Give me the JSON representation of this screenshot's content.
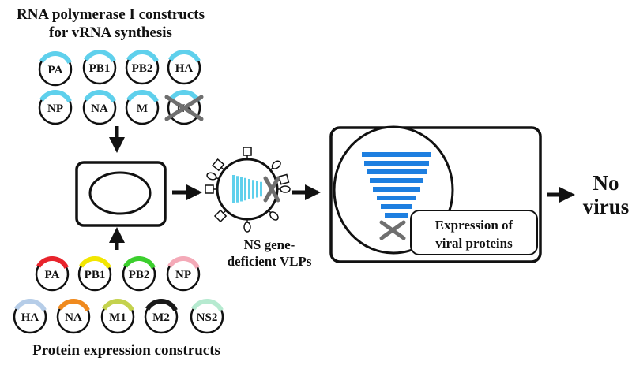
{
  "title_line1": "RNA polymerase I constructs",
  "title_line2": "for vRNA synthesis",
  "bottom_title": "Protein expression constructs",
  "vlp_line1": "NS gene-",
  "vlp_line2": "deficient VLPs",
  "expr_line1": "Expression of",
  "expr_line2": "viral proteins",
  "result_line1": "No",
  "result_line2": "virus",
  "top_plasmids": [
    {
      "label": "PA",
      "color": "#5fd0ec"
    },
    {
      "label": "PB1",
      "color": "#5fd0ec"
    },
    {
      "label": "PB2",
      "color": "#5fd0ec"
    },
    {
      "label": "HA",
      "color": "#5fd0ec"
    },
    {
      "label": "NP",
      "color": "#5fd0ec"
    },
    {
      "label": "NA",
      "color": "#5fd0ec"
    },
    {
      "label": "M",
      "color": "#5fd0ec"
    },
    {
      "label": "NS",
      "color": "#5fd0ec",
      "crossed": true
    }
  ],
  "bottom_plasmids": [
    {
      "label": "PA",
      "color": "#e8242c"
    },
    {
      "label": "PB1",
      "color": "#f2e600"
    },
    {
      "label": "PB2",
      "color": "#3ccf2e"
    },
    {
      "label": "NP",
      "color": "#f4aab8"
    },
    {
      "label": "HA",
      "color": "#b6cde8"
    },
    {
      "label": "NA",
      "color": "#f08a1e"
    },
    {
      "label": "M1",
      "color": "#c4d24e"
    },
    {
      "label": "M2",
      "color": "#1a1a1a"
    },
    {
      "label": "NS2",
      "color": "#b6ead0"
    }
  ],
  "colors": {
    "vrna_stripe": "#5fd0ec",
    "band_blue": "#1e7fe0",
    "cross_gray": "#6f6f6f"
  }
}
